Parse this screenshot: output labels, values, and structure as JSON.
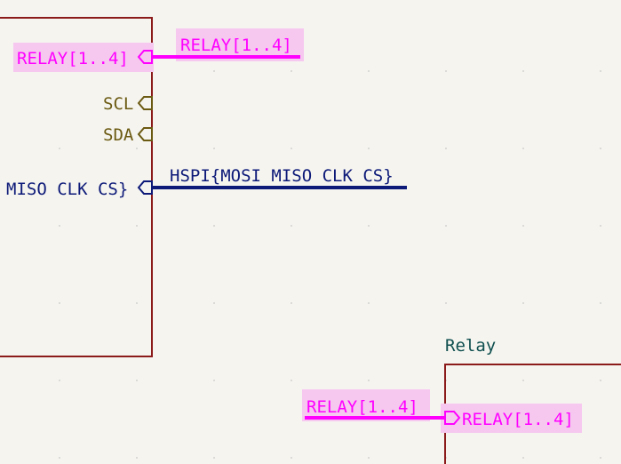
{
  "colors": {
    "background": "#f5f4ef",
    "sheet_border": "#8b1a1a",
    "bus_highlight": "#ff00ff",
    "bus_highlight_bg": "#f6c8f0",
    "hspi_bus": "#0d1a78",
    "i2c_pin": "#6b5a12",
    "sheet_name": "#0f4f4f",
    "grid_dot": "#c8c8c8"
  },
  "sheet_top": {
    "pins": [
      {
        "label": "RELAY[1..4]",
        "highlighted": true,
        "icon": "hierarchical-pin-icon"
      },
      {
        "label": "SCL",
        "highlighted": false,
        "icon": "hierarchical-pin-icon"
      },
      {
        "label": "SDA",
        "highlighted": false,
        "icon": "hierarchical-pin-icon"
      },
      {
        "label": "MISO CLK CS}",
        "highlighted": false,
        "icon": "hierarchical-pin-icon"
      }
    ]
  },
  "wires": {
    "relay_bus_label": "RELAY[1..4]",
    "hspi_bus_label": "HSPI{MOSI MISO CLK CS}",
    "relay_bus_label_lower": "RELAY[1..4]"
  },
  "sheet_relay": {
    "name": "Relay",
    "pins": [
      {
        "label": "RELAY[1..4]",
        "highlighted": true,
        "icon": "hierarchical-pin-icon"
      }
    ]
  }
}
